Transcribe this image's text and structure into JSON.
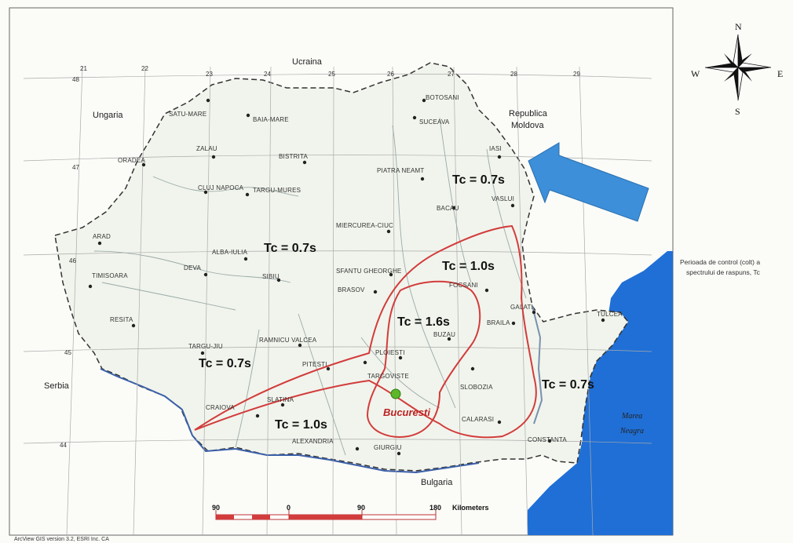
{
  "map": {
    "countries": {
      "ukraine": "Ucraina",
      "hungary": "Ungaria",
      "moldova_line1": "Republica",
      "moldova_line2": "Moldova",
      "serbia": "Serbia",
      "bulgaria": "Bulgaria"
    },
    "sea": {
      "line1": "Marea",
      "line2": "Neagra"
    },
    "capital": "Bucuresti",
    "cities": [
      "SATU-MARE",
      "BAIA-MARE",
      "BOTOSANI",
      "SUCEAVA",
      "ORADEA",
      "ZALAU",
      "BISTRITA",
      "PIATRA NEAMT",
      "IASI",
      "CLUJ NAPOCA",
      "TARGU-MURES",
      "BACAU",
      "VASLUI",
      "ARAD",
      "MIERCUREA-CIUC",
      "ALBA-IULIA",
      "DEVA",
      "SIBIU",
      "SFANTU GHEORGHE",
      "BRASOV",
      "FOCSANI",
      "TIMISOARA",
      "RESITA",
      "GALATI",
      "BRAILA",
      "TULCEA",
      "BUZAU",
      "TARGU-JIU",
      "RAMNICU VALCEA",
      "PITESTI",
      "PLOIESTI",
      "TARGOVISTE",
      "SLOBOZIA",
      "SLATINA",
      "CRAIOVA",
      "CALARASI",
      "CONSTANTA",
      "ALEXANDRIA",
      "GIURGIU"
    ],
    "longitudes": [
      "21",
      "22",
      "23",
      "24",
      "25",
      "26",
      "27",
      "28",
      "29"
    ],
    "latitudes": [
      "48",
      "47",
      "46",
      "45",
      "44"
    ],
    "zones": [
      "Tc = 0.7s",
      "Tc = 0.7s",
      "Tc = 1.0s",
      "Tc = 1.6s",
      "Tc = 0.7s",
      "Tc = 1.0s",
      "Tc = 0.7s"
    ],
    "compass": {
      "n": "N",
      "s": "S",
      "e": "E",
      "w": "W"
    },
    "legend": {
      "line1": "Perioada de control (colt) a",
      "line2": "spectrului de raspuns, Tc"
    },
    "scale": {
      "labels": [
        "90",
        "0",
        "90",
        "180"
      ],
      "unit": "Kilometers"
    },
    "footer": "ArcView GIS version 3.2, ESRI Inc. CA"
  }
}
